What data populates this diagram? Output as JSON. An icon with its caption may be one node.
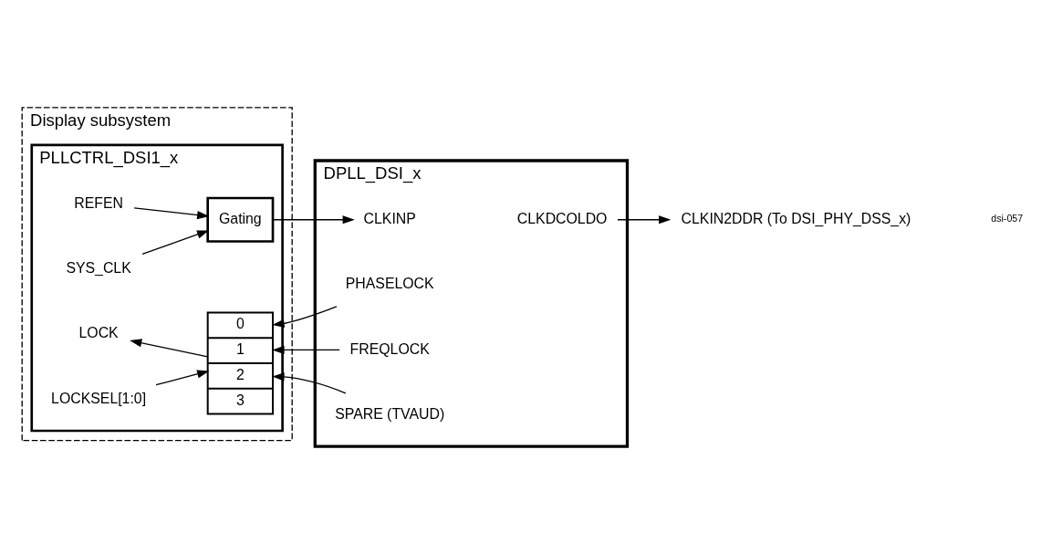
{
  "diagram": {
    "nodes": [
      {
        "text": [
          "Display subsystem"
        ]
      },
      {
        "text": [
          "PLLCTRL_DSI1_x"
        ],
        "in": 0
      },
      {
        "text": [
          "REFEN"
        ],
        "in": 1
      },
      {
        "text": [
          "SYS_CLK"
        ],
        "in": 1
      },
      {
        "text": [
          "Gating"
        ],
        "in": 1
      },
      {
        "text": [
          "DPLL_DSI_x"
        ]
      },
      {
        "text": [
          "CLKINP"
        ],
        "in": 5
      },
      {
        "text": [
          "CLKDCOLDO"
        ],
        "in": 5
      },
      {
        "text": [
          "PHASELOCK"
        ],
        "in": 5
      },
      {
        "text": [
          "FREQLOCK"
        ],
        "in": 5
      },
      {
        "text": [
          "SPARE (TVAUD)"
        ],
        "in": 5
      },
      {
        "text": [
          "CLKIN2DDR (To DSI_PHY_DSS_x)"
        ]
      },
      {
        "text": [
          "0",
          "1",
          "2",
          "3"
        ],
        "in": 1
      },
      {
        "text": [
          "LOCK"
        ],
        "in": 1
      },
      {
        "text": [
          "LOCKSEL[1:0]"
        ],
        "in": 1
      }
    ],
    "edges": [
      {
        "from": 2,
        "to": 4,
        "arrow": "to"
      },
      {
        "from": 3,
        "to": 4,
        "arrow": "to"
      },
      {
        "from": 4,
        "to": 6,
        "arrow": "to"
      },
      {
        "from": 7,
        "to": 11,
        "arrow": "to"
      },
      {
        "from": 8,
        "to": 12,
        "arrow": "to"
      },
      {
        "from": 9,
        "to": 12,
        "arrow": "to"
      },
      {
        "from": 10,
        "to": 12,
        "arrow": "to"
      },
      {
        "from": 12,
        "to": 13,
        "arrow": "to"
      },
      {
        "from": 14,
        "to": 12,
        "arrow": "to"
      }
    ],
    "labels": [
      "dsi-057"
    ]
  }
}
